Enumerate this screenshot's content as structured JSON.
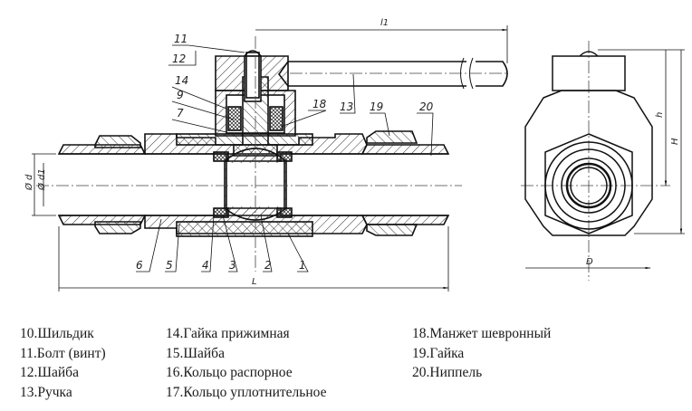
{
  "drawing": {
    "title": "Кран шаровой — разрез и вид сбоку",
    "callouts": [
      "1",
      "2",
      "3",
      "4",
      "5",
      "6",
      "7",
      "9",
      "11",
      "12",
      "13",
      "14",
      "18",
      "19",
      "20"
    ],
    "dimensions": {
      "handle_length": "l1",
      "total_length": "L",
      "outer_diameter": "Ø d",
      "inner_diameter": "Ø d1",
      "body_width": "D",
      "height_h": "h",
      "height_H": "H"
    },
    "colors": {
      "line": "#111111",
      "hatch": "#333333",
      "background": "#ffffff"
    }
  },
  "legend": {
    "columns": [
      [
        "10.Шильдик",
        "11.Болт (винт)",
        "12.Шайба",
        "13.Ручка"
      ],
      [
        "14.Гайка прижимная",
        "15.Шайба",
        "16.Кольцо распорное",
        "17.Кольцо уплотнительное"
      ],
      [
        "18.Манжет шевронный",
        "19.Гайка",
        "20.Ниппель"
      ]
    ]
  }
}
